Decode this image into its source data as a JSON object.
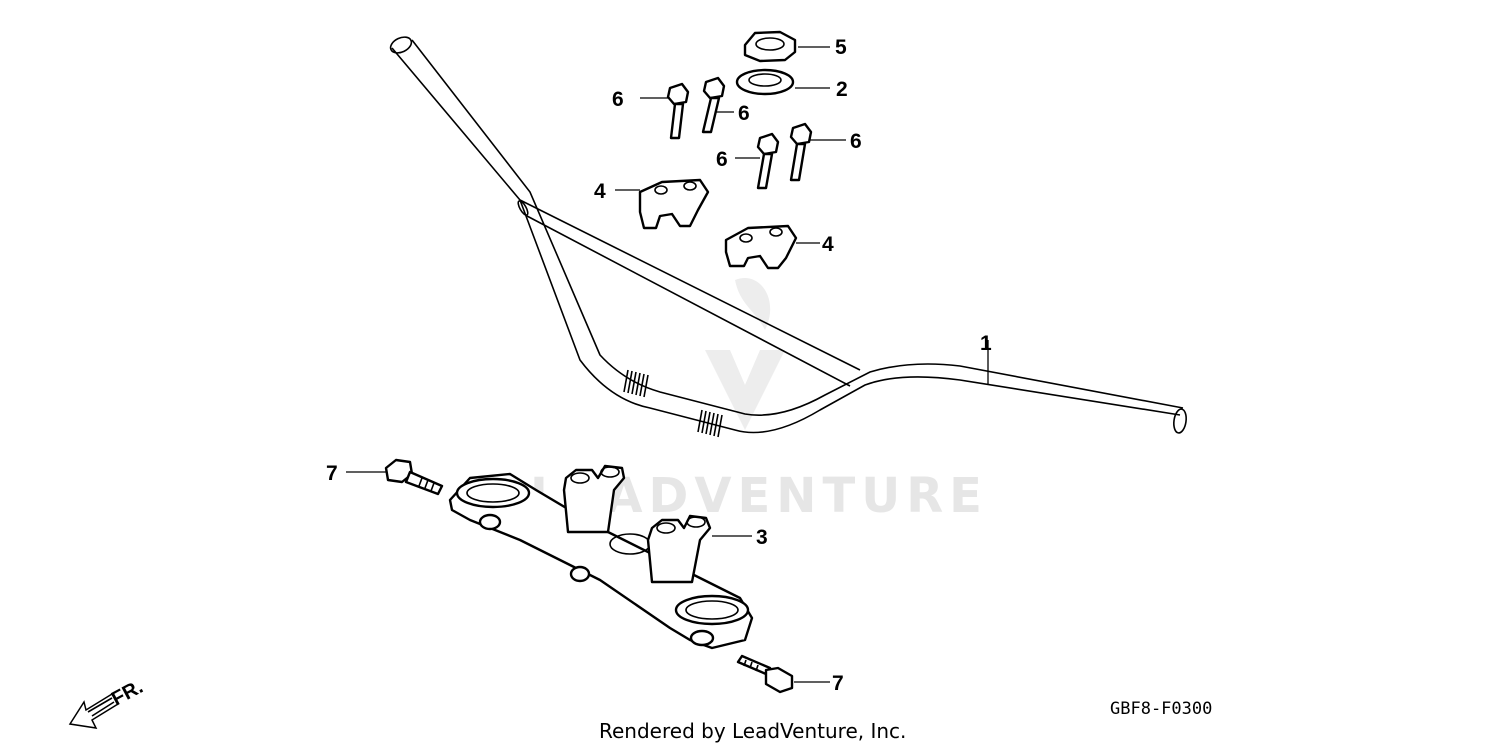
{
  "diagram": {
    "code": "GBF8-F0300",
    "credit": "Rendered by LeadVenture, Inc.",
    "watermark": "LEADVENTURE",
    "front_label": "FR.",
    "callouts": {
      "handlebar": "1",
      "washer": "2",
      "top_bridge": "3",
      "holder_upper": "4",
      "holder_lower": "4",
      "nut": "5",
      "bolt_a": "6",
      "bolt_b": "6",
      "bolt_c": "6",
      "bolt_d": "6",
      "bolt_top_left": "7",
      "bolt_bottom": "7"
    }
  }
}
